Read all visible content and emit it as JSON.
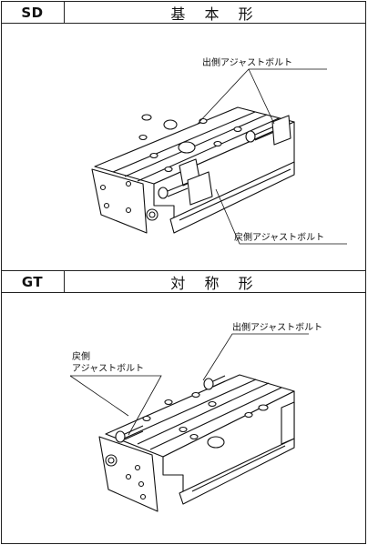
{
  "sections": [
    {
      "code": "SD",
      "title": "基 本 形",
      "labels": {
        "out_bolt": "出側アジャストボルト",
        "return_bolt": "戻側アジャストボルト"
      }
    },
    {
      "code": "GT",
      "title": "対 称 形",
      "labels": {
        "out_bolt": "出側アジャストボルト",
        "return_bolt_line1": "戻側",
        "return_bolt_line2": "アジャストボルト"
      }
    }
  ]
}
